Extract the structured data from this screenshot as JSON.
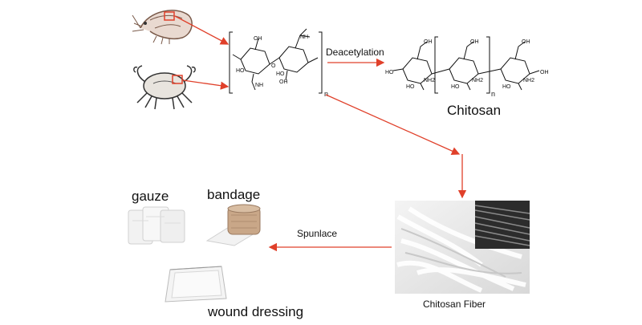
{
  "labels": {
    "deacetylation": "Deacetylation",
    "chitosan": "Chitosan",
    "spunlace": "Spunlace",
    "chitosan_fiber": "Chitosan Fiber",
    "gauze": "gauze",
    "bandage": "bandage",
    "wound_dressing": "wound dressing"
  },
  "chem_text": {
    "n": "n",
    "oh": "OH",
    "ho": "HO",
    "nh2": "NH2",
    "nh": "NH",
    "ring_o": "O"
  },
  "colors": {
    "arrow": "#e0402a",
    "line": "#111111"
  },
  "icons": [
    "shrimp-icon",
    "crab-icon",
    "gauze-image",
    "bandage-image",
    "wound-dressing-image",
    "chitosan-fiber-image"
  ]
}
